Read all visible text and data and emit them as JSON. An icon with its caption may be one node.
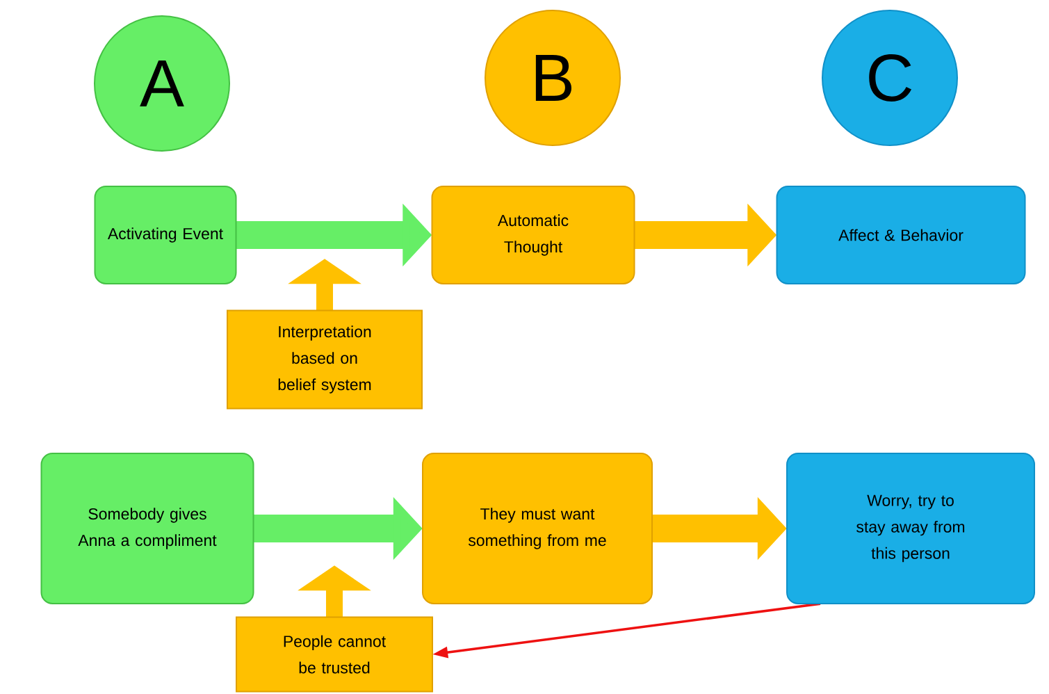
{
  "diagram": {
    "nodes": [
      {
        "text": [
          "A"
        ]
      },
      {
        "text": [
          "B"
        ]
      },
      {
        "text": [
          "C"
        ]
      },
      {
        "text": [
          "Activating Event"
        ]
      },
      {
        "text": [
          "Automatic Thought"
        ]
      },
      {
        "text": [
          "Affect & Behavior"
        ]
      },
      {
        "text": [
          "Interpretation based on belief system"
        ]
      },
      {
        "text": [
          "Somebody gives Anna a compliment"
        ]
      },
      {
        "text": [
          "They must want something from me"
        ]
      },
      {
        "text": [
          "Worry, try to stay away from this person"
        ]
      },
      {
        "text": [
          "People cannot be trusted"
        ]
      }
    ],
    "edges": [
      {
        "from": 3,
        "to": 4,
        "arrow": "to",
        "color": "#66ee66"
      },
      {
        "from": 4,
        "to": 5,
        "arrow": "to",
        "color": "#ffc000"
      },
      {
        "from": 6,
        "to": null,
        "arrow": "to",
        "color": "#ffc000"
      },
      {
        "from": 7,
        "to": 8,
        "arrow": "to",
        "color": "#66ee66"
      },
      {
        "from": 8,
        "to": 9,
        "arrow": "to",
        "color": "#ffc000"
      },
      {
        "from": 10,
        "to": null,
        "arrow": "to",
        "color": "#ffc000"
      },
      {
        "from": 9,
        "to": 10,
        "arrow": "to",
        "color": "#ee1111"
      }
    ]
  }
}
